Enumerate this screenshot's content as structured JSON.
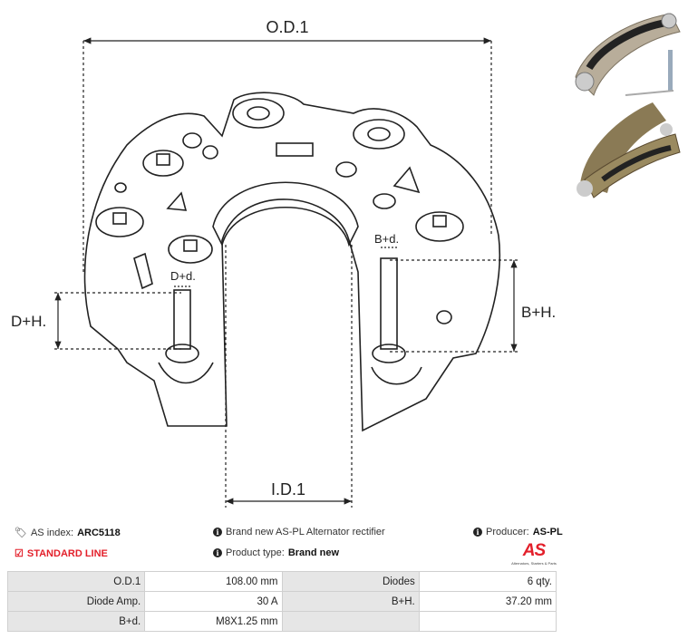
{
  "drawing": {
    "labels": {
      "od1": "O.D.1",
      "id1": "I.D.1",
      "dh": "D+H.",
      "dd": "D+d.",
      "bh": "B+H.",
      "bd": "B+d."
    }
  },
  "info": {
    "as_index_label": "AS index:",
    "as_index": "ARC5118",
    "standard_line": "STANDARD LINE",
    "description": "Brand new AS-PL Alternator rectifier",
    "product_type_label": "Product type:",
    "product_type": "Brand new",
    "producer_label": "Producer:",
    "producer": "AS-PL",
    "logo_text": "AS",
    "logo_sub": "Alternators, Starters & Parts"
  },
  "specs": [
    [
      "O.D.1",
      "108.00 mm",
      "Diodes",
      "6 qty."
    ],
    [
      "Diode Amp.",
      "30 A",
      "B+H.",
      "37.20 mm"
    ],
    [
      "B+d.",
      "M8X1.25 mm",
      "",
      ""
    ]
  ],
  "colors": {
    "accent": "#e3202b"
  }
}
